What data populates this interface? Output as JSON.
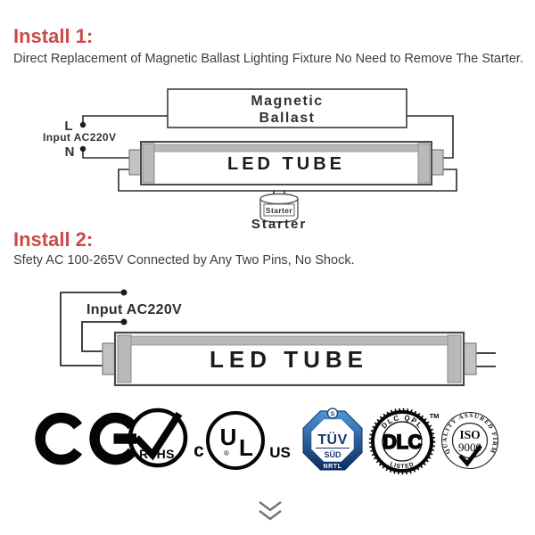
{
  "install1": {
    "heading": "Install 1:",
    "description": "Direct Replacement of Magnetic Ballast Lighting Fixture No Need to Remove The Starter.",
    "diagram": {
      "ballast_line1": "Magnetic",
      "ballast_line2": "Ballast",
      "live_label": "L",
      "neutral_label": "N",
      "input_label": "Input AC220V",
      "tube_label": "LED TUBE",
      "starter_label": "Starter",
      "starter_caption": "Starter"
    }
  },
  "install2": {
    "heading": "Install 2:",
    "description": "Sfety AC 100-265V Connected by Any Two Pins, No Shock.",
    "diagram": {
      "input_label": "Input AC220V",
      "tube_label": "LED TUBE"
    }
  },
  "certifications": {
    "ce_name": "CE",
    "rohs_label": "RoHS",
    "ul_c": "c",
    "ul_u": "U",
    "ul_l": "L",
    "ul_reg": "®",
    "ul_us": "US",
    "tuv_s": "S",
    "tuv_name": "TÜV",
    "tuv_sud": "SÜD",
    "tuv_nrtl": "NRTL",
    "dlc_qpl": "DLC QPL",
    "dlc_center": "DLC",
    "dlc_listed": "LISTED",
    "dlc_tm": "TM",
    "iso_arc": "QUALITY ASSURED FIRM",
    "iso_name": "ISO",
    "iso_number": "9000"
  },
  "colors": {
    "heading_red": "#cc4b48",
    "body_text": "#3d3d3d",
    "wire": "#2b2b2b",
    "tube_gray": "#b9b9b9",
    "tuv_light_blue": "#4e95d9",
    "tuv_dark_blue": "#0a2c5e"
  }
}
